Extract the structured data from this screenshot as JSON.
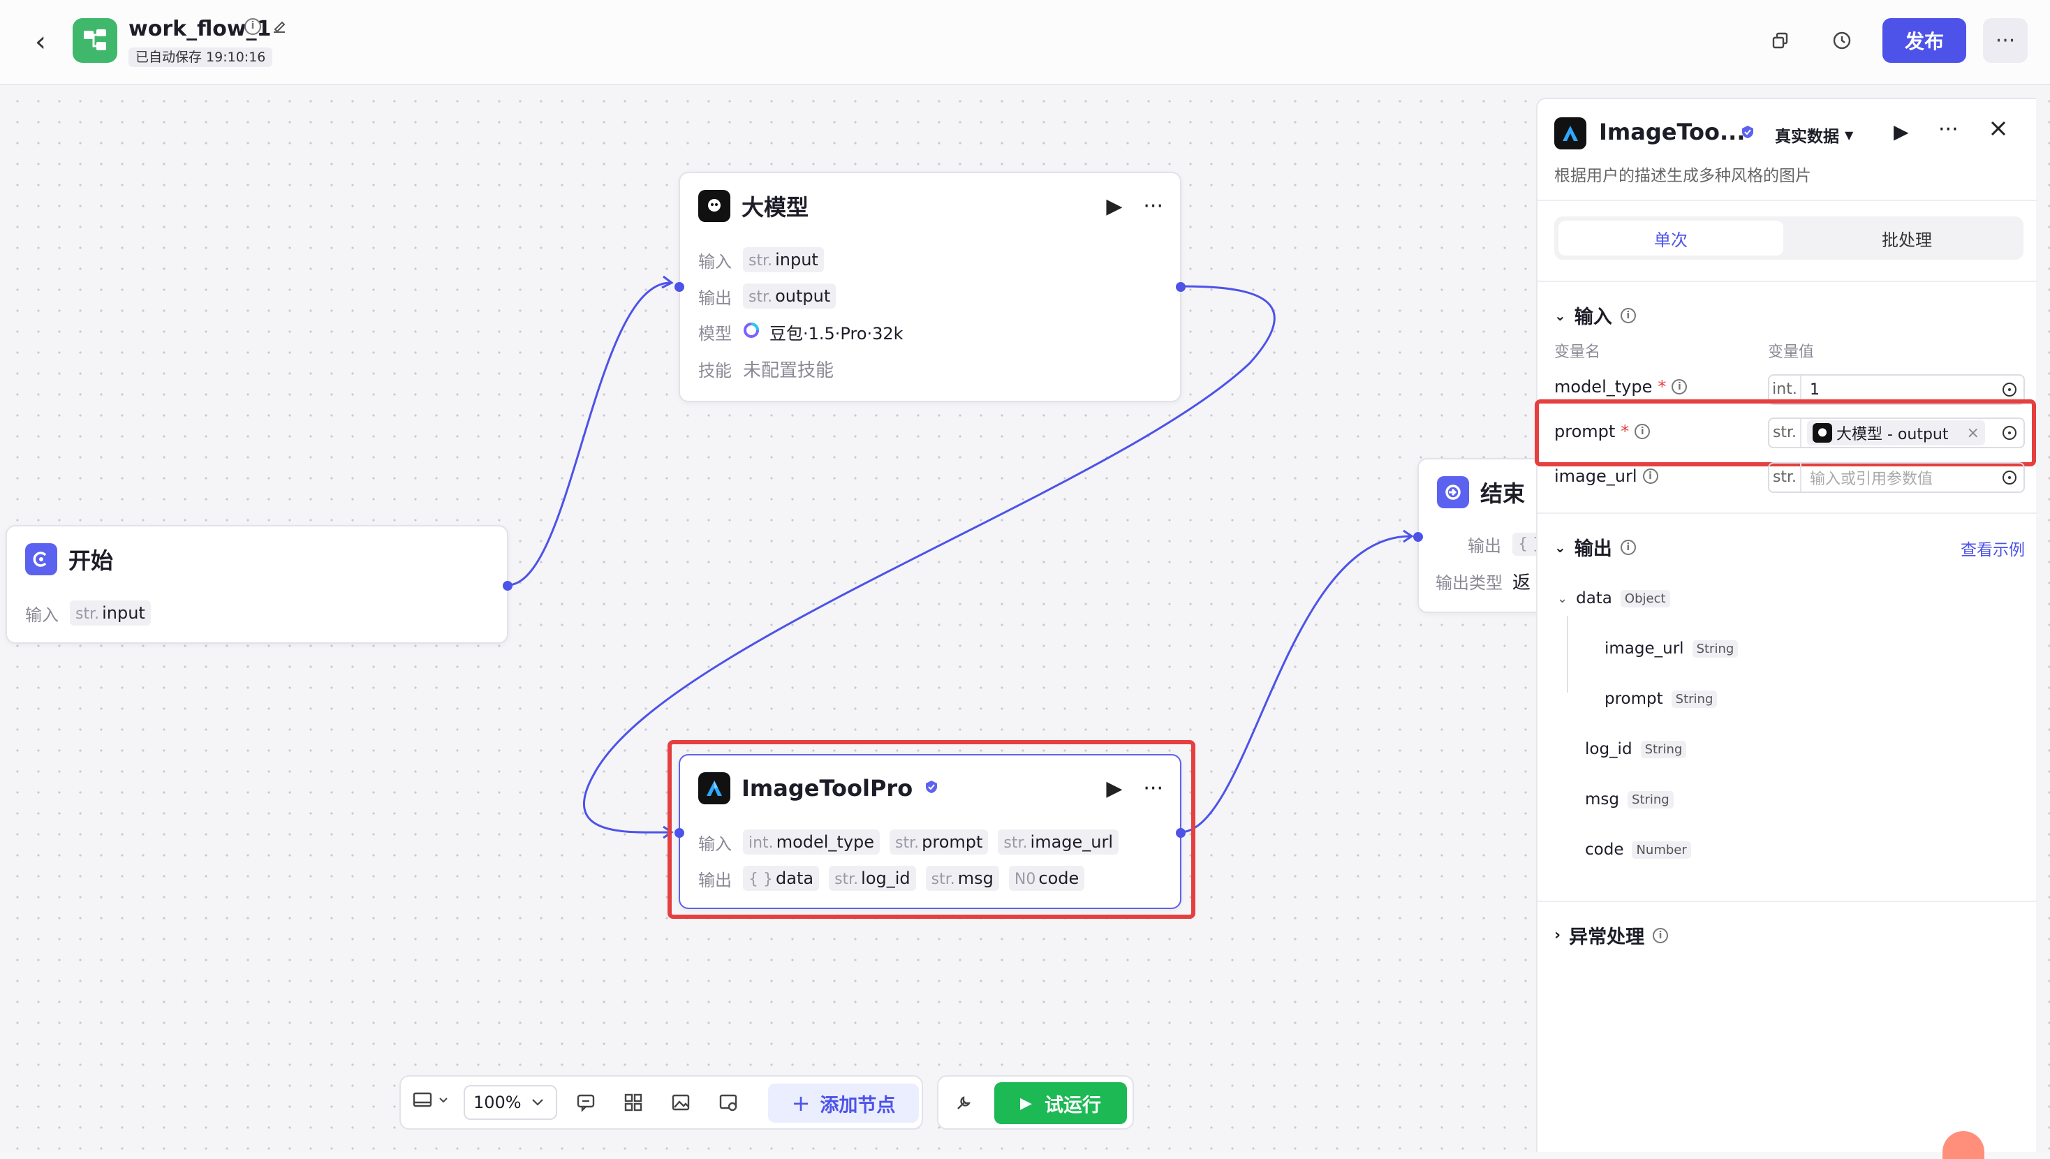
{
  "header": {
    "title": "work_flow_1",
    "autosave": "已自动保存 19:10:16",
    "publish_label": "发布",
    "more_label": "···"
  },
  "nodes": {
    "llm": {
      "title": "大模型",
      "input_label": "输入",
      "input_type": "str.",
      "input_name": "input",
      "output_label": "输出",
      "output_type": "str.",
      "output_name": "output",
      "model_label": "模型",
      "model_value": "豆包·1.5·Pro·32k",
      "skill_label": "技能",
      "skill_value": "未配置技能"
    },
    "start": {
      "title": "开始",
      "input_label": "输入",
      "input_type": "str.",
      "input_name": "input"
    },
    "end": {
      "title": "结束",
      "output_label": "输出",
      "output_type": "{ }",
      "output_type_label": "输出类型",
      "output_type_value": "返"
    },
    "imagetool": {
      "title": "ImageToolPro",
      "input_label": "输入",
      "inputs": [
        {
          "type": "int.",
          "name": "model_type"
        },
        {
          "type": "str.",
          "name": "prompt"
        },
        {
          "type": "str.",
          "name": "image_url"
        }
      ],
      "output_label": "输出",
      "outputs": [
        {
          "type": "{ }",
          "name": "data"
        },
        {
          "type": "str.",
          "name": "log_id"
        },
        {
          "type": "str.",
          "name": "msg"
        },
        {
          "type": "N0",
          "name": "code"
        }
      ]
    }
  },
  "toolbar": {
    "zoom": "100%",
    "add_node": "添加节点",
    "run": "试运行"
  },
  "panel": {
    "title": "ImageToo...",
    "data_mode": "真实数据",
    "description": "根据用户的描述生成多种风格的图片",
    "tab_single": "单次",
    "tab_batch": "批处理",
    "input_section": "输入",
    "col_name": "变量名",
    "col_value": "变量值",
    "vars": [
      {
        "name": "model_type",
        "type": "int.",
        "value": "1"
      },
      {
        "name": "prompt",
        "type": "str.",
        "ref": "大模型 - output"
      },
      {
        "name": "image_url",
        "type": "str.",
        "placeholder": "输入或引用参数值"
      }
    ],
    "output_section": "输出",
    "view_example": "查看示例",
    "outputs": [
      {
        "name": "data",
        "type": "Object"
      },
      {
        "name": "image_url",
        "type": "String"
      },
      {
        "name": "prompt",
        "type": "String"
      },
      {
        "name": "log_id",
        "type": "String"
      },
      {
        "name": "msg",
        "type": "String"
      },
      {
        "name": "code",
        "type": "Number"
      }
    ],
    "exception_section": "异常处理"
  },
  "colors": {
    "accent": "#4d53e8",
    "run_green": "#1db954",
    "highlight_red": "#e53f3f",
    "app_logo_green": "#3fb86b"
  }
}
